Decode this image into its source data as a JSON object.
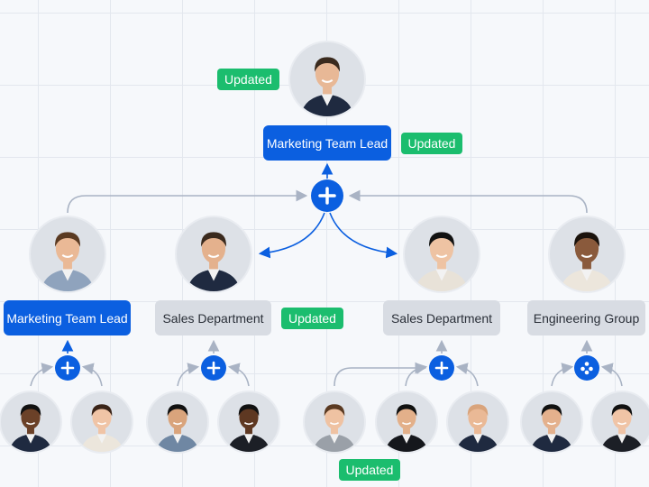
{
  "colors": {
    "primary": "#0b5fe0",
    "updated": "#1bbd6e",
    "node_gray": "#d8dce3",
    "connector": "#a9b3c4"
  },
  "top": {
    "title": "Marketing Team Lead",
    "badge_left": "Updated",
    "badge_right": "Updated",
    "hub_icon": "plus-icon"
  },
  "level2": [
    {
      "label": "Marketing Team Lead",
      "style": "blue"
    },
    {
      "label": "Sales Department",
      "style": "gray"
    },
    {
      "label": "Sales Department",
      "style": "gray"
    },
    {
      "label": "Engineering Group",
      "style": "gray"
    }
  ],
  "level2_badge": "Updated",
  "hubs": [
    {
      "icon": "plus-icon"
    },
    {
      "icon": "plus-icon"
    },
    {
      "icon": "plus-icon"
    },
    {
      "icon": "group-dots-icon"
    }
  ],
  "bottom_badge": "Updated",
  "avatars": {
    "top": {
      "skin": "#e8b896",
      "hair": "#3a2a1e",
      "suit": "#1f2a40"
    },
    "level2": [
      {
        "skin": "#eab996",
        "hair": "#5a3a22",
        "suit": "#8fa3bd"
      },
      {
        "skin": "#e4b18d",
        "hair": "#3a2a1e",
        "suit": "#1f2a40"
      },
      {
        "skin": "#eec3a3",
        "hair": "#111111",
        "suit": "#e8e2d8"
      },
      {
        "skin": "#8a5a3c",
        "hair": "#1a120c",
        "suit": "#ece6dc"
      }
    ],
    "bottom": [
      {
        "skin": "#6b4128",
        "hair": "#111111",
        "suit": "#1f2a40"
      },
      {
        "skin": "#f0c4a6",
        "hair": "#3a2418",
        "suit": "#ece6dc"
      },
      {
        "skin": "#d9a47c",
        "hair": "#111111",
        "suit": "#6f87a3"
      },
      {
        "skin": "#5e3822",
        "hair": "#111111",
        "suit": "#1c1f26"
      },
      {
        "skin": "#efc2a2",
        "hair": "#5a3a22",
        "suit": "#9aa0a8"
      },
      {
        "skin": "#e3b08a",
        "hair": "#111111",
        "suit": "#15171c"
      },
      {
        "skin": "#eab996",
        "hair": "#d9a47c",
        "suit": "#1f2a40"
      },
      {
        "skin": "#e4b18d",
        "hair": "#111111",
        "suit": "#1f2a40"
      },
      {
        "skin": "#f0c4a6",
        "hair": "#111111",
        "suit": "#1c1f26"
      }
    ]
  }
}
